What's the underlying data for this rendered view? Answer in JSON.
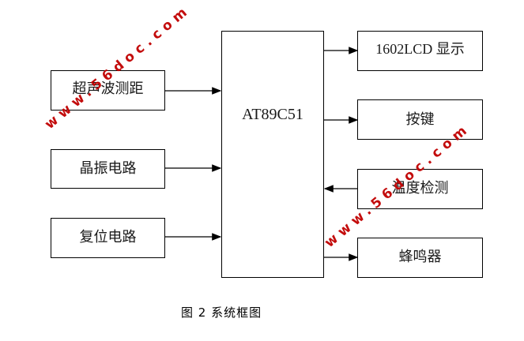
{
  "diagram": {
    "cpu": {
      "label": "AT89C51"
    },
    "inputs": [
      {
        "label": "超声波测距"
      },
      {
        "label": "晶振电路"
      },
      {
        "label": "复位电路"
      }
    ],
    "outputs": [
      {
        "label": "1602LCD 显示",
        "direction": "out"
      },
      {
        "label": "按键",
        "direction": "out"
      },
      {
        "label": "温度检测",
        "direction": "in"
      },
      {
        "label": "蜂鸣器",
        "direction": "out"
      }
    ],
    "caption": "图 2  系统框图"
  },
  "watermark": {
    "text": "www.56doc.com",
    "color": "#c00000"
  }
}
